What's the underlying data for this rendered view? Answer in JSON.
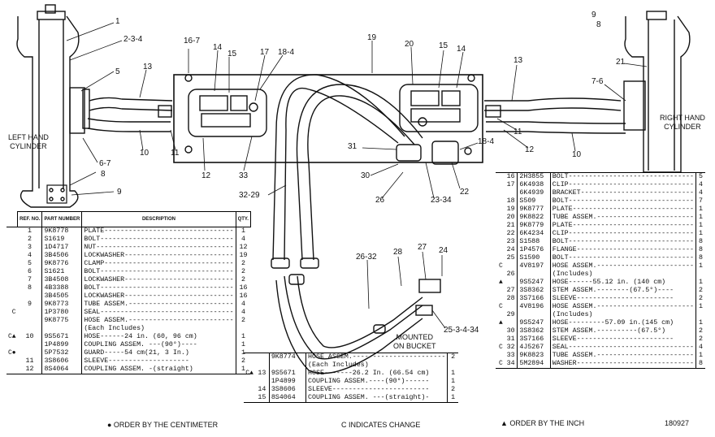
{
  "callouts": [
    {
      "id": "c1",
      "text": "1"
    },
    {
      "id": "c234a",
      "text": "2-3-4"
    },
    {
      "id": "c5",
      "text": "5"
    },
    {
      "id": "c67a",
      "text": "6-7"
    },
    {
      "id": "c8a",
      "text": "8"
    },
    {
      "id": "c9a",
      "text": "9"
    },
    {
      "id": "c10a",
      "text": "10"
    },
    {
      "id": "c11a",
      "text": "11"
    },
    {
      "id": "c12a",
      "text": "12"
    },
    {
      "id": "c13a",
      "text": "13"
    },
    {
      "id": "c14a",
      "text": "14"
    },
    {
      "id": "c15a",
      "text": "15"
    },
    {
      "id": "c167",
      "text": "16-7"
    },
    {
      "id": "c17",
      "text": "17"
    },
    {
      "id": "c184a",
      "text": "18-4"
    },
    {
      "id": "c19",
      "text": "19"
    },
    {
      "id": "c20",
      "text": "20"
    },
    {
      "id": "c14b",
      "text": "14"
    },
    {
      "id": "c15b",
      "text": "15"
    },
    {
      "id": "c13b",
      "text": "13"
    },
    {
      "id": "c9b",
      "text": "9"
    },
    {
      "id": "c8b",
      "text": "8"
    },
    {
      "id": "c21",
      "text": "21"
    },
    {
      "id": "c76",
      "text": "7-6"
    },
    {
      "id": "c11b",
      "text": "11"
    },
    {
      "id": "c12b",
      "text": "12"
    },
    {
      "id": "c10b",
      "text": "10"
    },
    {
      "id": "c184b",
      "text": "18-4"
    },
    {
      "id": "c31",
      "text": "31"
    },
    {
      "id": "c30",
      "text": "30"
    },
    {
      "id": "c26",
      "text": "26"
    },
    {
      "id": "c2334",
      "text": "23-34"
    },
    {
      "id": "c22",
      "text": "22"
    },
    {
      "id": "c33",
      "text": "33"
    },
    {
      "id": "c3229",
      "text": "32-29"
    },
    {
      "id": "c2632",
      "text": "26-32"
    },
    {
      "id": "c28",
      "text": "28"
    },
    {
      "id": "c27",
      "text": "27"
    },
    {
      "id": "c24",
      "text": "24"
    },
    {
      "id": "c25334",
      "text": "25-3-4-34"
    }
  ],
  "cylinder_labels": {
    "left": [
      "LEFT HAND",
      "CYLINDER"
    ],
    "right": [
      "RIGHT HAND",
      "CYLINDER"
    ]
  },
  "mounted_label": [
    "MOUNTED",
    "ON BUCKET"
  ],
  "table_left": {
    "headers": {
      "ref": "REF. NO.",
      "part": "PART NUMBER",
      "desc": "DESCRIPTION",
      "qty": "QTY."
    },
    "rows": [
      {
        "mark": "",
        "ref": "1",
        "pn": "9K8778",
        "desc": "PLATE--------------------------------",
        "qty": "1"
      },
      {
        "mark": "",
        "ref": "2",
        "pn": "S1619",
        "desc": "BOLT---------------------------------",
        "qty": "4"
      },
      {
        "mark": "",
        "ref": "3",
        "pn": "1D4717",
        "desc": "NUT----------------------------------",
        "qty": "12"
      },
      {
        "mark": "",
        "ref": "4",
        "pn": "3B4506",
        "desc": "LOCKWASHER---------------------------",
        "qty": "19"
      },
      {
        "mark": "",
        "ref": "5",
        "pn": "9K8776",
        "desc": "CLAMP--------------------------------",
        "qty": "2"
      },
      {
        "mark": "",
        "ref": "6",
        "pn": "S1621",
        "desc": "BOLT---------------------------------",
        "qty": "2"
      },
      {
        "mark": "",
        "ref": "7",
        "pn": "3B4508",
        "desc": "LOCKWASHER---------------------------",
        "qty": "2"
      },
      {
        "mark": "",
        "ref": "8",
        "pn": "4B3388",
        "desc": "BOLT---------------------------------",
        "qty": "16"
      },
      {
        "mark": "",
        "ref": "",
        "pn": "3B4505",
        "desc": "LOCKWASHER---------------------------",
        "qty": "16"
      },
      {
        "mark": "",
        "ref": "9",
        "pn": "9K8773",
        "desc": "TUBE ASSEM.--------------------------",
        "qty": "4"
      },
      {
        "mark": "C",
        "ref": "",
        "pn": "1P3780",
        "desc": "SEAL---------------------------------",
        "qty": "4"
      },
      {
        "mark": "",
        "ref": "",
        "pn": "9K8775",
        "desc": "HOSE ASSEM.--------------------------",
        "qty": "2"
      },
      {
        "mark": "",
        "ref": "",
        "pn": "",
        "desc": "  (Each Includes)",
        "qty": ""
      },
      {
        "mark": "C▲",
        "ref": "10",
        "pn": "9S5671",
        "desc": "     HOSE------24 in. (60, 96 cm)",
        "qty": "1"
      },
      {
        "mark": "",
        "ref": "",
        "pn": "1P4899",
        "desc": "     COUPLING ASSEM. ---(90°)----",
        "qty": "1"
      },
      {
        "mark": "C●",
        "ref": "",
        "pn": "5P7532",
        "desc": "     GUARD-----54 cm(21, 3 In.)",
        "qty": "1"
      },
      {
        "mark": "",
        "ref": "11",
        "pn": "3S8606",
        "desc": "     SLEEVE--------------------",
        "qty": "2"
      },
      {
        "mark": "",
        "ref": "12",
        "pn": "8S4064",
        "desc": "     COUPLING ASSEM. -(straight)",
        "qty": "1"
      }
    ],
    "footnote": "● ORDER BY THE CENTIMETER"
  },
  "table_middle": {
    "rows": [
      {
        "mark": "",
        "ref": "",
        "pn": "9K8774",
        "desc": "HOSE ASSEM.-----------------------",
        "qty": "2"
      },
      {
        "mark": "",
        "ref": "",
        "pn": "",
        "desc": "  (Each Includes)",
        "qty": ""
      },
      {
        "mark": "C▲",
        "ref": "13",
        "pn": "9S5671",
        "desc": "  HOSE-------26.2 In. (66.54 cm)",
        "qty": "1"
      },
      {
        "mark": "",
        "ref": "",
        "pn": "1P4899",
        "desc": "  COUPLING ASSEM.----(90°)------",
        "qty": "1"
      },
      {
        "mark": "",
        "ref": "14",
        "pn": "3S8606",
        "desc": "  SLEEVE------------------------",
        "qty": "2"
      },
      {
        "mark": "",
        "ref": "15",
        "pn": "8S4064",
        "desc": "  COUPLING ASSEM. ---(straight)-",
        "qty": "1"
      }
    ],
    "footnote": "C INDICATES CHANGE"
  },
  "table_right": {
    "rows": [
      {
        "mark": "",
        "ref": "16",
        "pn": "2H3855",
        "desc": "BOLT-------------------------------",
        "qty": "5"
      },
      {
        "mark": "",
        "ref": "17",
        "pn": "6K4938",
        "desc": "CLIP-------------------------------",
        "qty": "4"
      },
      {
        "mark": "",
        "ref": "",
        "pn": "6K4939",
        "desc": "BRACKET----------------------------",
        "qty": "4"
      },
      {
        "mark": "",
        "ref": "18",
        "pn": "S509",
        "desc": "BOLT-------------------------------",
        "qty": "7"
      },
      {
        "mark": "",
        "ref": "19",
        "pn": "9K8777",
        "desc": "PLATE------------------------------",
        "qty": "1"
      },
      {
        "mark": "",
        "ref": "20",
        "pn": "9K8822",
        "desc": "TUBE ASSEM.------------------------",
        "qty": "1"
      },
      {
        "mark": "",
        "ref": "21",
        "pn": "9K8779",
        "desc": "PLATE------------------------------",
        "qty": "1"
      },
      {
        "mark": "",
        "ref": "22",
        "pn": "6K4234",
        "desc": "CLIP-------------------------------",
        "qty": "1"
      },
      {
        "mark": "",
        "ref": "23",
        "pn": "S1588",
        "desc": "BOLT-------------------------------",
        "qty": "8"
      },
      {
        "mark": "",
        "ref": "24",
        "pn": "1P4576",
        "desc": "FLANGE-----------------------------",
        "qty": "8"
      },
      {
        "mark": "",
        "ref": "25",
        "pn": "S1590",
        "desc": "BOLT-------------------------------",
        "qty": "8"
      },
      {
        "mark": "C",
        "ref": "",
        "pn": "4V8197",
        "desc": "HOSE ASSEM.------------------------",
        "qty": "1"
      },
      {
        "mark": "",
        "ref": "26",
        "pn": "",
        "desc": "     (Includes)",
        "qty": ""
      },
      {
        "mark": "▲",
        "ref": "",
        "pn": "9S5247",
        "desc": "     HOSE------55.12 in. (140 cm)",
        "qty": "1"
      },
      {
        "mark": "",
        "ref": "27",
        "pn": "3S8362",
        "desc": "     STEM ASSEM.--------(67.5°)----",
        "qty": "2"
      },
      {
        "mark": "",
        "ref": "28",
        "pn": "3S7166",
        "desc": "     SLEEVE------------------------",
        "qty": "2"
      },
      {
        "mark": "C",
        "ref": "",
        "pn": "4V8196",
        "desc": "HOSE ASSEM.------------------------",
        "qty": "1"
      },
      {
        "mark": "",
        "ref": "29",
        "pn": "",
        "desc": "     (Includes)",
        "qty": ""
      },
      {
        "mark": "▲",
        "ref": "",
        "pn": "9S5247",
        "desc": "     HOSE---------57.09 in.(145 cm)",
        "qty": "1"
      },
      {
        "mark": "",
        "ref": "30",
        "pn": "3S8362",
        "desc": "     STEM ASSEM.----------(67.5°)",
        "qty": "2"
      },
      {
        "mark": "",
        "ref": "31",
        "pn": "3S7166",
        "desc": "     SLEEVE------------------------",
        "qty": "2"
      },
      {
        "mark": "C",
        "ref": "32",
        "pn": "4J5267",
        "desc": "SEAL-------------------------------",
        "qty": "4"
      },
      {
        "mark": "",
        "ref": "33",
        "pn": "9K8823",
        "desc": "TUBE ASSEM.------------------------",
        "qty": "1"
      },
      {
        "mark": "C",
        "ref": "34",
        "pn": "5M2894",
        "desc": "WASHER-----------------------------",
        "qty": "8"
      }
    ],
    "footnote": "▲ ORDER BY THE INCH",
    "drawing_number": "180927"
  }
}
